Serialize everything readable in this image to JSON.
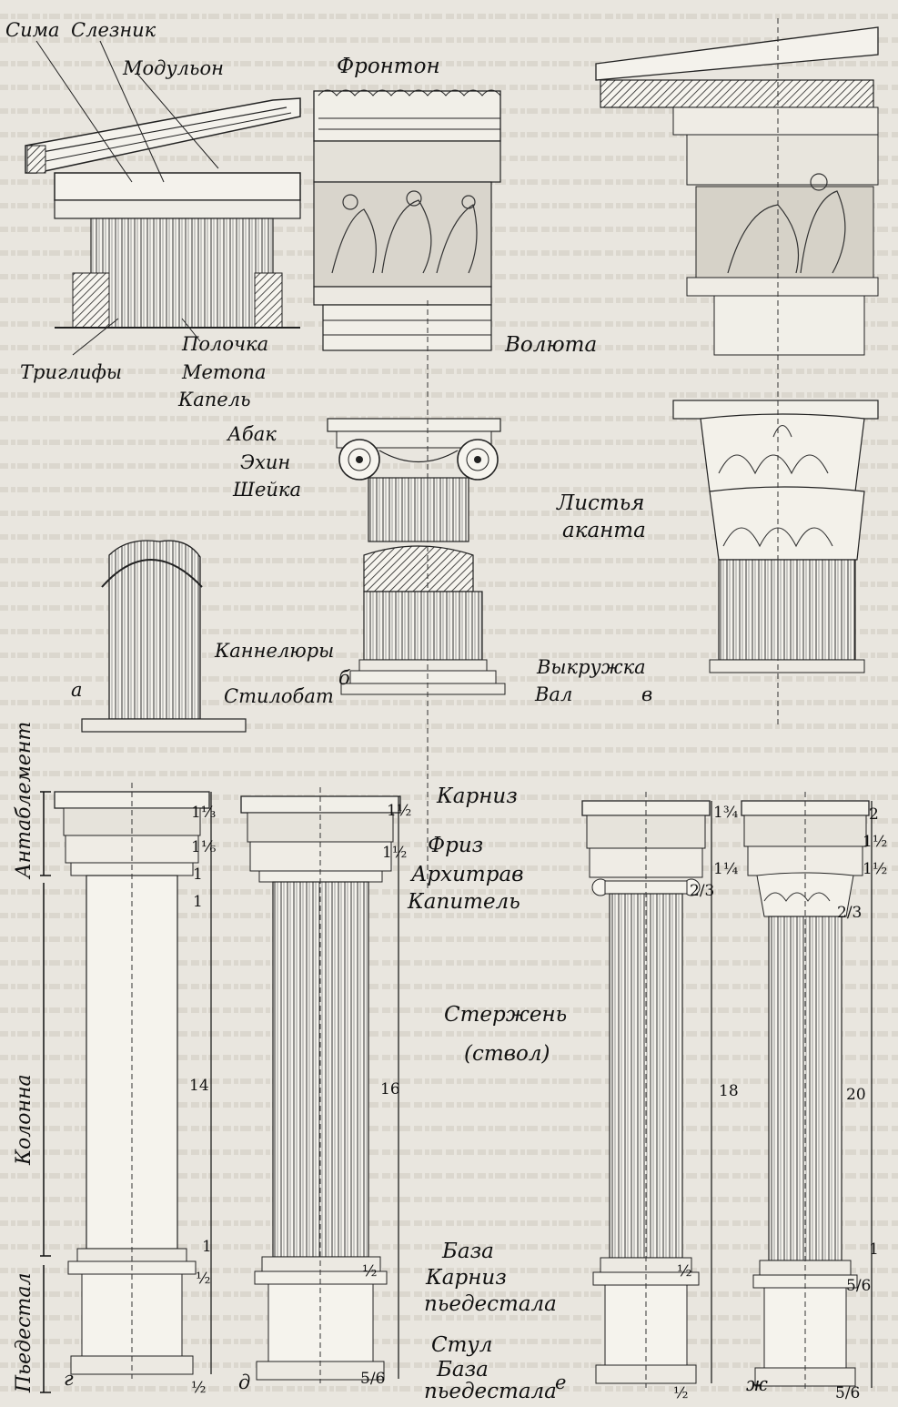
{
  "labels": {
    "sima": "Сима",
    "sleznik": "Слезник",
    "modulon": "Модульон",
    "fronton": "Фронтон",
    "polochka": "Полочка",
    "triglify": "Триглифы",
    "metopa": "Метопа",
    "kapel": "Капель",
    "abak": "Абак",
    "ekhin": "Эхин",
    "sheyka": "Шейка",
    "voluta": "Волюта",
    "listya": "Листья",
    "akanta": "аканта",
    "kannelyury": "Каннелюры",
    "vykruzhka": "Выкружка",
    "stilobat": "Стилобат",
    "val": "Вал",
    "karniz": "Карниз",
    "friz": "Фриз",
    "arkhitrav": "Архитрав",
    "kapitel": "Капитель",
    "sterzhen": "Стержень",
    "stvol": "(ствол)",
    "baza": "База",
    "karniz_pedestala_1": "Карниз",
    "karniz_pedestala_2": "пьедестала",
    "stul": "Стул",
    "baza_pedestala_1": "База",
    "baza_pedestala_2": "пьедестала",
    "antablement": "Антаблемент",
    "kolonna": "Колонна",
    "pedestal": "Пьедестал"
  },
  "figure_letters": {
    "a": "а",
    "b": "б",
    "v": "в",
    "g": "г",
    "d": "д",
    "e": "е",
    "zh": "ж"
  },
  "modules": {
    "g_ent_1": "1⅓",
    "g_ent_2": "1⅙",
    "g_cap": "1",
    "g_base": "1",
    "g_shaft": "14",
    "g_ped_cornice": "1",
    "g_ped_stul": "½",
    "g_ped_base": "½",
    "d_ent_1": "1½",
    "d_ent_2": "1½",
    "d_shaft": "16",
    "d_ped": "½",
    "d_ped_base": "5/6",
    "e_ent_1": "1¾",
    "e_cap": "2/3",
    "e_ent_2": "1¼",
    "e_shaft": "18",
    "e_ped": "½",
    "e_ped_base": "½",
    "zh_ent_1": "2",
    "zh_ent_2": "1½",
    "zh_ent_3": "1½",
    "zh_cap": "2/3",
    "zh_shaft": "20",
    "zh_ped": "1",
    "zh_ped_2": "5/6",
    "zh_ped_base": "5/6"
  }
}
